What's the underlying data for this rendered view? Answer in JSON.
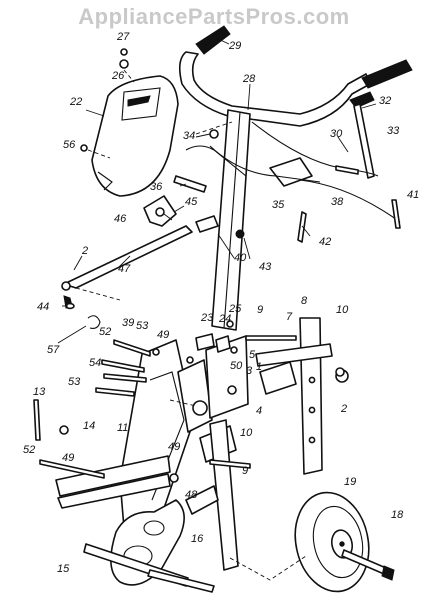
{
  "watermark": "AppliancePartsPros.com",
  "callouts": {
    "p27": "27",
    "p26": "26",
    "p29": "29",
    "p28": "28",
    "p22": "22",
    "p32": "32",
    "p56": "56",
    "p34": "34",
    "p30": "30",
    "p33": "33",
    "p36": "36",
    "p35": "35",
    "p38": "38",
    "p41": "41",
    "p45": "45",
    "p46": "46",
    "p42": "42",
    "p40": "40",
    "p43": "43",
    "p2a": "2",
    "p47": "47",
    "p44": "44",
    "p9a": "9",
    "p8": "8",
    "p10a": "10",
    "p25": "25",
    "p24": "24",
    "p7": "7",
    "p39": "39",
    "p53a": "53",
    "p23": "23",
    "p52a": "52",
    "p49a": "49",
    "p57": "57",
    "p54": "54",
    "p5": "5",
    "p50": "50",
    "p3": "3",
    "p1": "1",
    "p53b": "53",
    "p4": "4",
    "p2b": "2",
    "p13": "13",
    "p14": "14",
    "p10b": "10",
    "p11": "11",
    "p49b": "49",
    "p52b": "52",
    "p49c": "49",
    "p9b": "9",
    "p48": "48",
    "p19": "19",
    "p18": "18",
    "p15": "15",
    "p16": "16"
  }
}
